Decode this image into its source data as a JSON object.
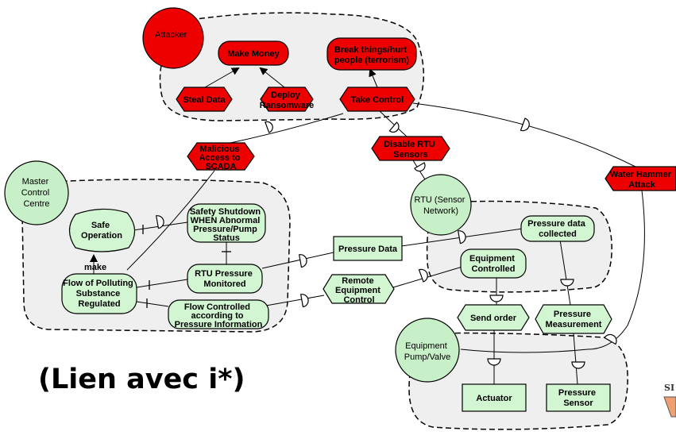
{
  "caption": "(Lien avec i*)",
  "actors": {
    "attacker": "Attacker",
    "master_control_centre": [
      "Master",
      "Control",
      "Centre"
    ],
    "rtu": [
      "RTU (Sensor",
      "Network)"
    ],
    "equipment": [
      "Equipment",
      "Pump/Valve"
    ]
  },
  "attacker_goals": {
    "make_money": "Make Money",
    "break_things": [
      "Break things/hurt",
      "people (terrorism)"
    ]
  },
  "attacker_tasks": {
    "steal_data": "Steal Data",
    "deploy_ransomware": [
      "Deploy",
      "Ransomware"
    ],
    "take_control": "Take Control",
    "malicious_access": [
      "Malicious",
      "Access to",
      "SCADA"
    ],
    "disable_rtu": [
      "Disable RTU",
      "Sensors"
    ],
    "water_hammer": [
      "Water Hammer",
      "Attack"
    ]
  },
  "mcc_elements": {
    "safe_operation": [
      "Safe",
      "Operation"
    ],
    "safety_shutdown": [
      "Safety Shutdown",
      "WHEN Abnormal",
      "Pressure/Pump",
      "Status"
    ],
    "make_label": "make",
    "flow_polluting": [
      "Flow of Polluting",
      "Substance",
      "Regulated"
    ],
    "rtu_pressure": [
      "RTU Pressure",
      "Monitored"
    ],
    "flow_controlled": [
      "Flow Controlled",
      "according to",
      "Pressure Information"
    ]
  },
  "resources": {
    "pressure_data": "Pressure Data",
    "actuator": "Actuator",
    "pressure_sensor": [
      "Pressure",
      "Sensor"
    ]
  },
  "rtu_elements": {
    "pressure_collected": [
      "Pressure data",
      "collected"
    ],
    "equipment_controlled": [
      "Equipment",
      "Controlled"
    ]
  },
  "tasks": {
    "remote_control": [
      "Remote",
      "Equipment",
      "Control"
    ],
    "send_order": "Send order",
    "pressure_measurement": [
      "Pressure",
      "Measurement"
    ]
  },
  "corner_fragment": "SI",
  "colors": {
    "red": "#ee0000",
    "green_fill": "#d2f5d2",
    "actor_fill": "#c8f0c8",
    "boundary_fill": "#efefef"
  }
}
